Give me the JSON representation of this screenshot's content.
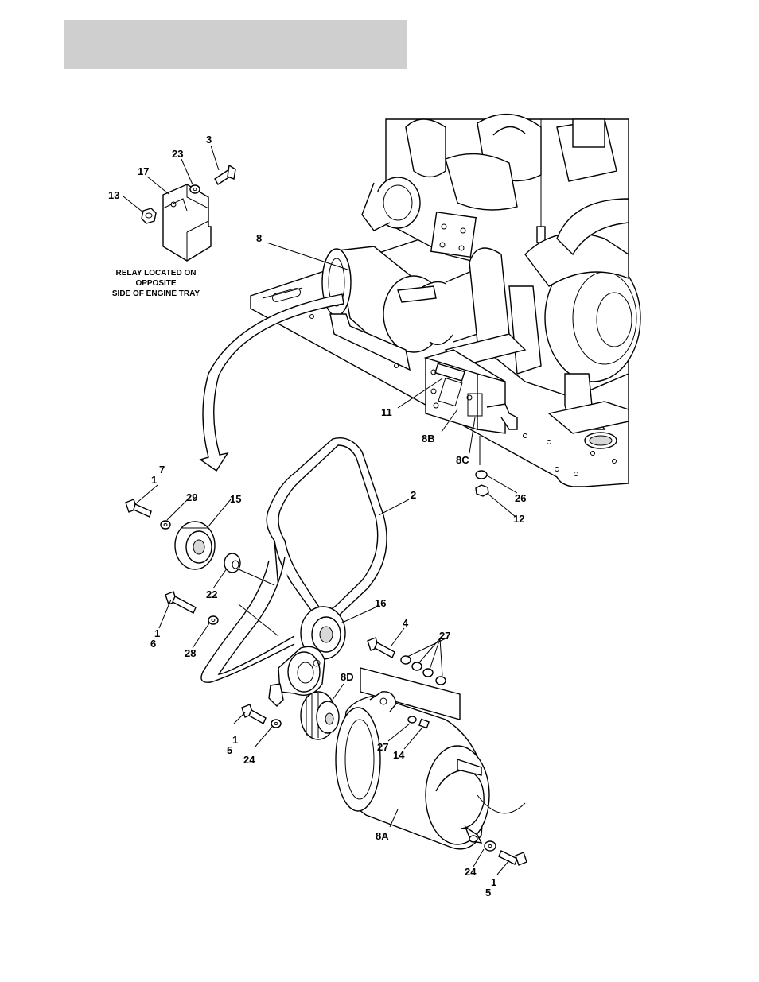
{
  "relay_note": [
    "RELAY LOCATED ON",
    "OPPOSITE",
    "SIDE OF ENGINE TRAY"
  ],
  "callouts": {
    "c3": "3",
    "c23": "23",
    "c17": "17",
    "c13": "13",
    "c8": "8",
    "c11": "11",
    "c8b": "8B",
    "c8c": "8C",
    "c26": "26",
    "c12": "12",
    "c7": "7",
    "c1a": "1",
    "c29": "29",
    "c15": "15",
    "c2": "2",
    "c22": "22",
    "c1b": "1",
    "c6": "6",
    "c28": "28",
    "c16": "16",
    "c4": "4",
    "c27a": "27",
    "c8d": "8D",
    "c1c": "1",
    "c5a": "5",
    "c24a": "24",
    "c27b": "27",
    "c14": "14",
    "c8a": "8A",
    "c24b": "24",
    "c1d": "1",
    "c5b": "5"
  },
  "colors": {
    "header_bar": "#cfcfcf",
    "line": "#000000"
  }
}
